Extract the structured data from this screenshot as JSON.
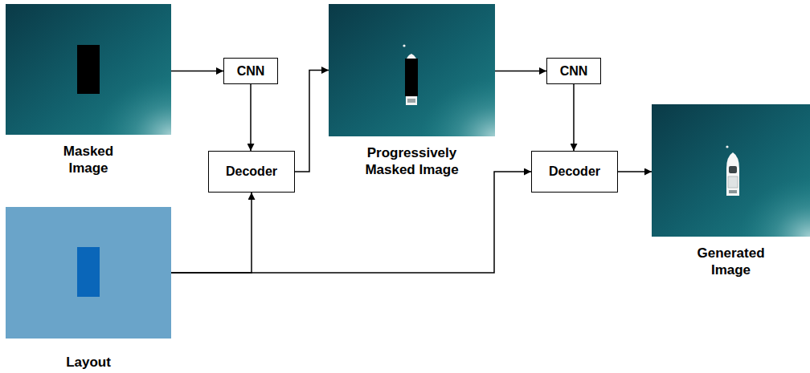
{
  "diagram": {
    "nodes": [
      {
        "text": [
          "Masked Image"
        ]
      },
      {
        "text": [
          "CNN"
        ]
      },
      {
        "text": [
          "Decoder"
        ]
      },
      {
        "text": [
          "Progressively Masked Image"
        ]
      },
      {
        "text": [
          "CNN"
        ]
      },
      {
        "text": [
          "Decoder"
        ]
      },
      {
        "text": [
          "Generated Image"
        ]
      },
      {
        "text": [
          "Layout"
        ]
      }
    ],
    "edges": [
      {
        "from": 0,
        "to": 1,
        "arrow": "to"
      },
      {
        "from": 1,
        "to": 2,
        "arrow": "to"
      },
      {
        "from": 2,
        "to": 3,
        "arrow": "to"
      },
      {
        "from": 3,
        "to": 4,
        "arrow": "to"
      },
      {
        "from": 4,
        "to": 5,
        "arrow": "to"
      },
      {
        "from": 7,
        "to": 2,
        "arrow": "to"
      },
      {
        "from": 7,
        "to": 5,
        "arrow": "to"
      },
      {
        "from": 5,
        "to": 6,
        "arrow": "to"
      }
    ]
  }
}
